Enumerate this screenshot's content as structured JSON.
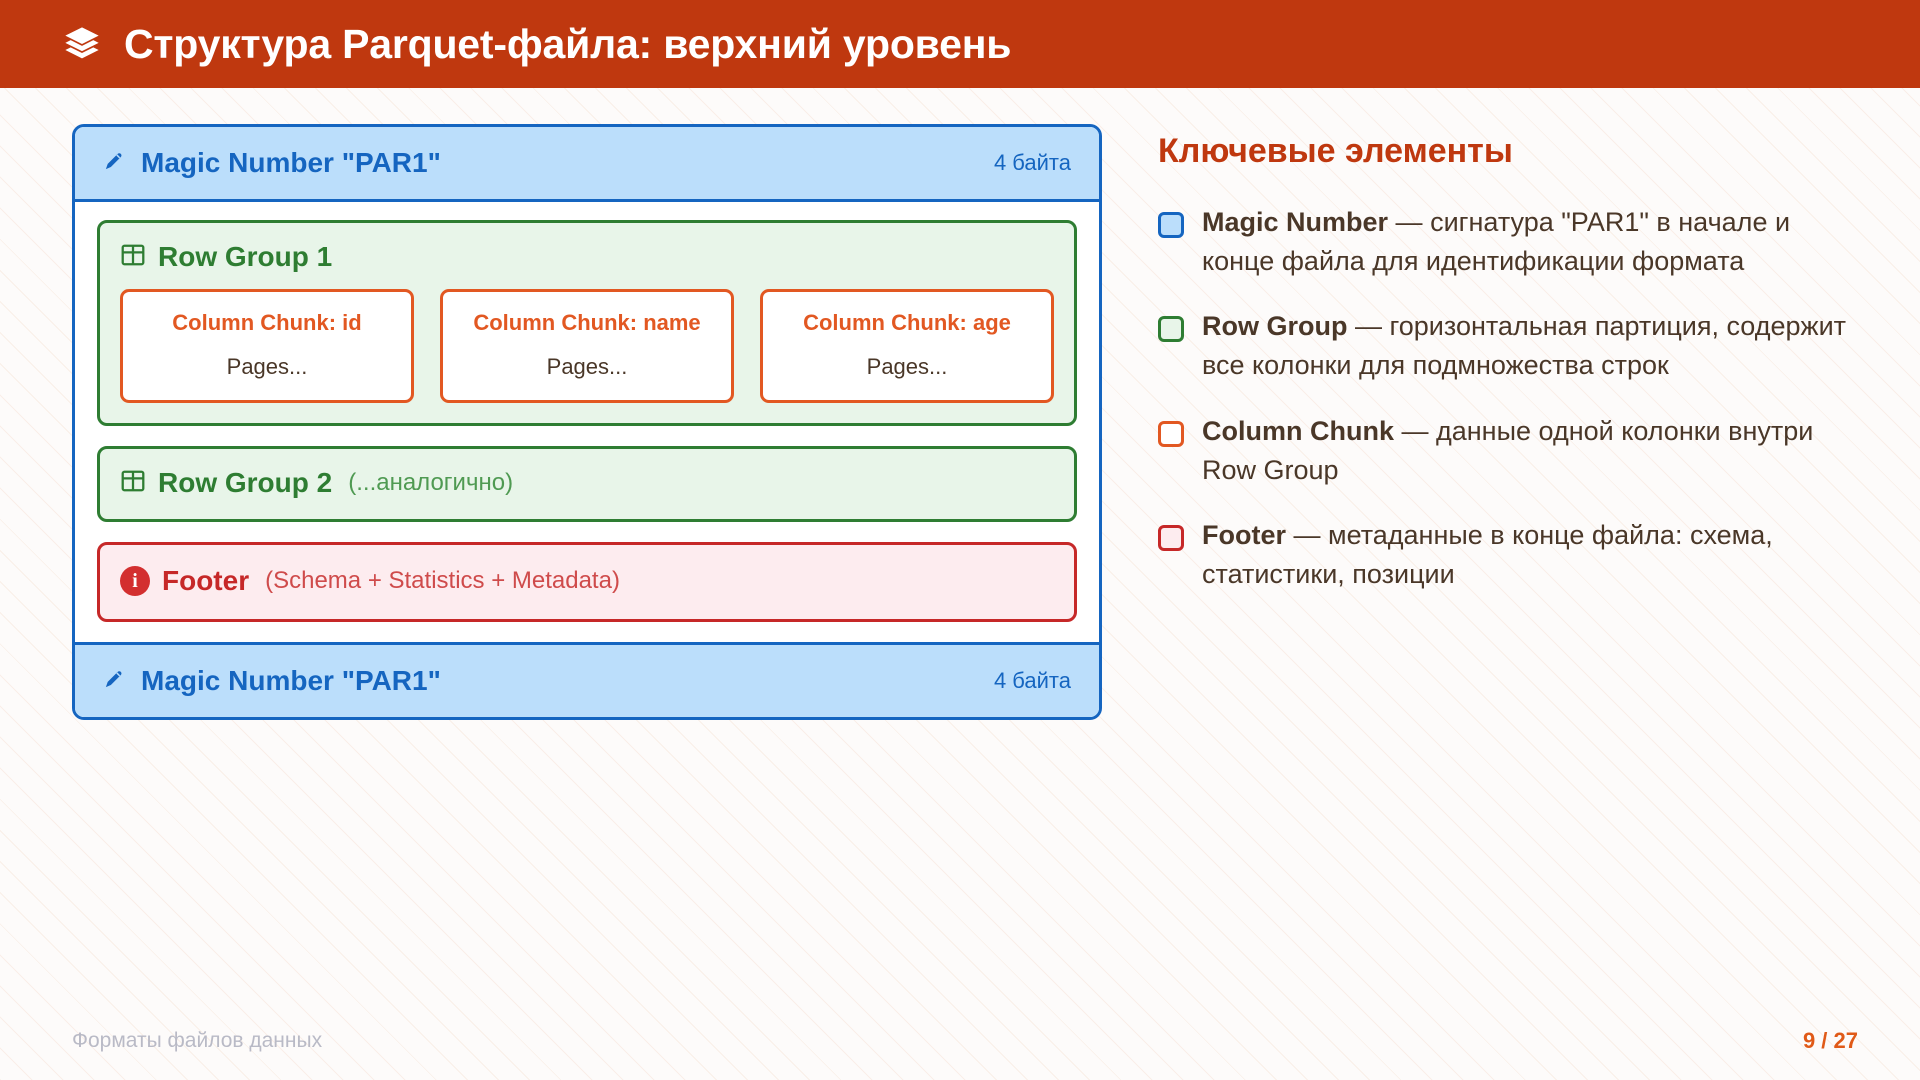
{
  "header": {
    "icon": "layers-icon",
    "title": "Структура Parquet-файла: верхний уровень",
    "bg_color": "#bf380f"
  },
  "diagram": {
    "magic_top": {
      "icon": "pen-icon",
      "label": "Magic Number \"PAR1\"",
      "size": "4 байта",
      "color": "#1565c0",
      "fill": "#bbdefb"
    },
    "row_group_1": {
      "icon": "table-icon",
      "title": "Row Group 1",
      "color": "#2e7d32",
      "fill": "#e8f5e9",
      "chunks": [
        {
          "title": "Column Chunk: id",
          "sub": "Pages..."
        },
        {
          "title": "Column Chunk: name",
          "sub": "Pages..."
        },
        {
          "title": "Column Chunk: age",
          "sub": "Pages..."
        }
      ],
      "chunk_color": "#e25822"
    },
    "row_group_2": {
      "icon": "table-icon",
      "title": "Row Group 2",
      "note": "(...аналогично)",
      "color": "#2e7d32",
      "fill": "#e8f5e9"
    },
    "footer_block": {
      "icon": "info-icon",
      "icon_glyph": "i",
      "title": "Footer",
      "note": "(Schema + Statistics + Metadata)",
      "color": "#c62828",
      "fill": "#fdecef"
    },
    "magic_bottom": {
      "icon": "pen-icon",
      "label": "Magic Number \"PAR1\"",
      "size": "4 байта",
      "color": "#1565c0",
      "fill": "#bbdefb"
    }
  },
  "key_panel": {
    "title": "Ключевые элементы",
    "items": [
      {
        "term": "Magic Number",
        "dash": " — ",
        "description": "сигнатура \"PAR1\" в начале и конце файла для идентификации формата",
        "border_color": "#1565c0",
        "fill_color": "#bbdefb"
      },
      {
        "term": "Row Group",
        "dash": " — ",
        "description": "горизонтальная партиция, содержит все колонки для подмножества строк",
        "border_color": "#2e7d32",
        "fill_color": "#e8f5e9"
      },
      {
        "term": "Column Chunk",
        "dash": " — ",
        "description": "данные одной колонки внутри Row Group",
        "border_color": "#e25822",
        "fill_color": "#ffffff"
      },
      {
        "term": "Footer",
        "dash": " — ",
        "description": "метаданные в конце файла: схема, статистики, позиции",
        "border_color": "#c62828",
        "fill_color": "#fdecef"
      }
    ]
  },
  "slide_footer": {
    "deck_title": "Форматы файлов данных",
    "page": "9 / 27"
  }
}
